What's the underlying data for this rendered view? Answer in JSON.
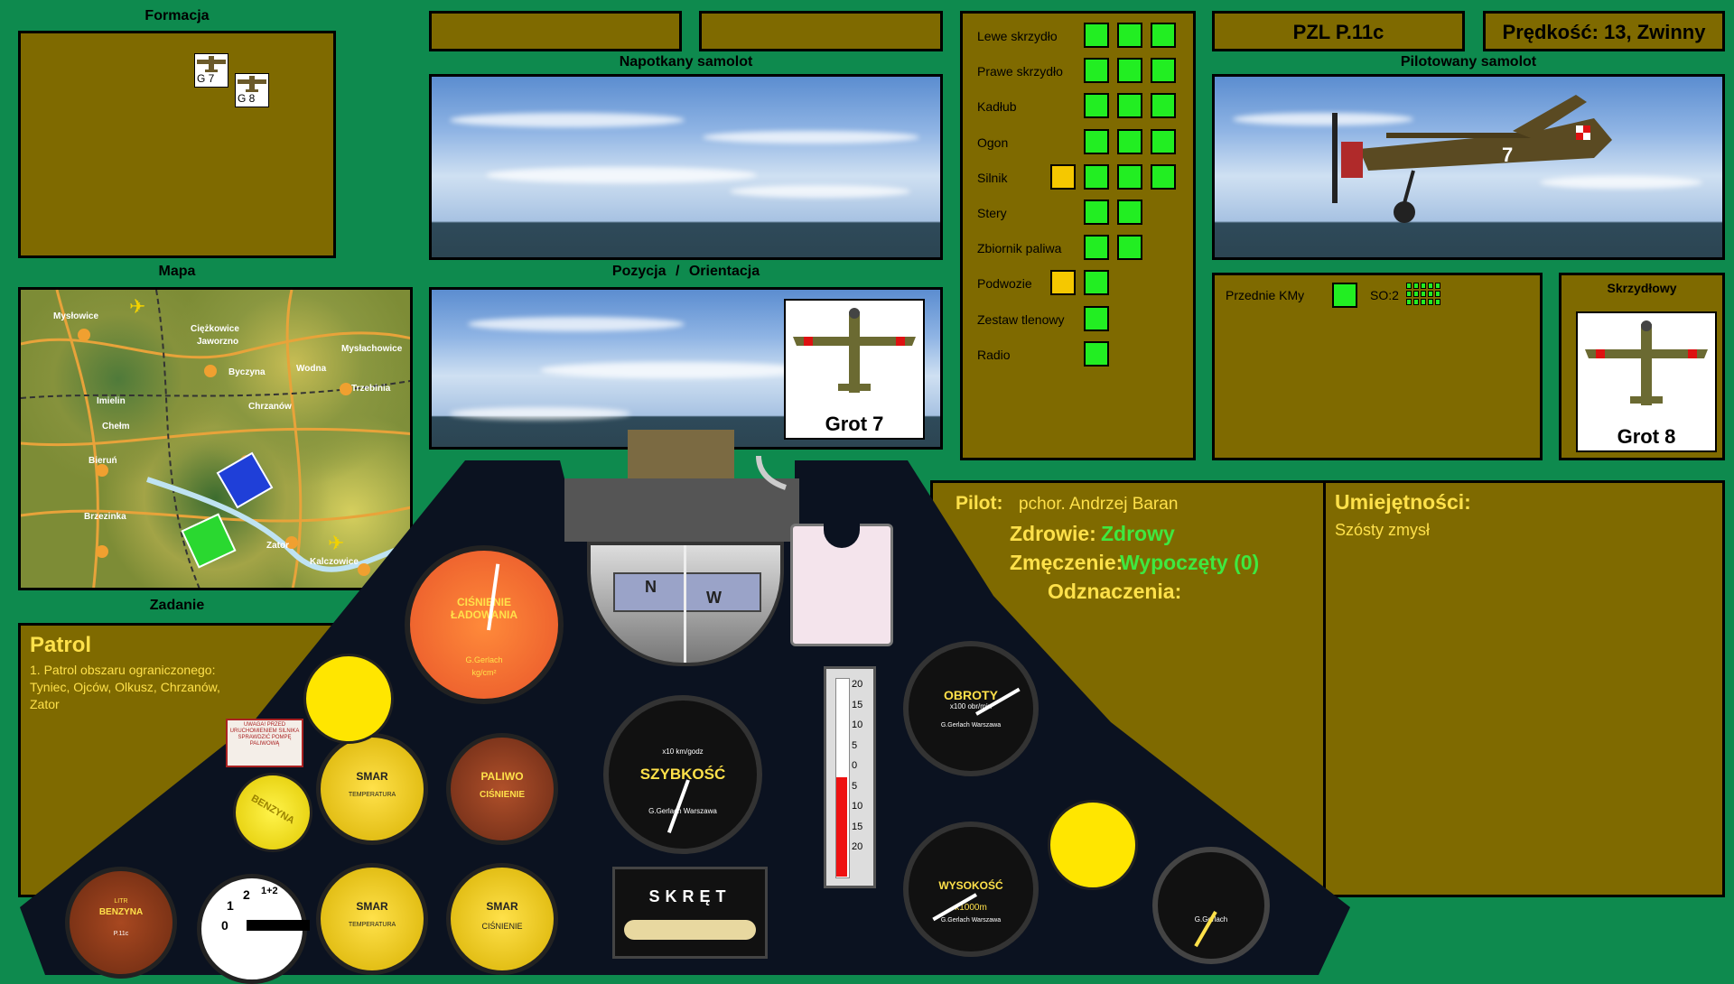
{
  "formation": {
    "title": "Formacja",
    "units": [
      "G 7",
      "G 8"
    ]
  },
  "map": {
    "title": "Mapa",
    "towns": [
      "Mysłowice",
      "Ciężkowice",
      "Jaworzno",
      "Mysłachowice",
      "Byczyna",
      "Wodna",
      "Trzebinia",
      "Imielin",
      "Chrzanów",
      "Chełm",
      "Bieruń",
      "Brzezinka",
      "Zator",
      "Kalczowice"
    ]
  },
  "mission": {
    "title": "Zadanie",
    "name": "Patrol",
    "description": "1. Patrol obszaru ograniczonego: Tyniec, Ojców, Olkusz, Chrzanów, Zator"
  },
  "encountered": {
    "title": "Napotkany samolot",
    "box1": "",
    "box2": ""
  },
  "position": {
    "title": "Pozycja",
    "separator": "/",
    "title2": "Orientacja",
    "card_label": "Grot 7"
  },
  "damage": {
    "rows": [
      {
        "label": "Lewe skrzydło",
        "status": [
          "green",
          "green",
          "green"
        ],
        "offset": 0
      },
      {
        "label": "Prawe skrzydło",
        "status": [
          "green",
          "green",
          "green"
        ],
        "offset": 0
      },
      {
        "label": "Kadłub",
        "status": [
          "green",
          "green",
          "green"
        ],
        "offset": 0
      },
      {
        "label": "Ogon",
        "status": [
          "green",
          "green",
          "green"
        ],
        "offset": 0
      },
      {
        "label": "Silnik",
        "status": [
          "yellow",
          "green",
          "green",
          "green"
        ],
        "offset": -1
      },
      {
        "label": "Stery",
        "status": [
          "green",
          "green"
        ],
        "offset": 0
      },
      {
        "label": "Zbiornik paliwa",
        "status": [
          "green",
          "green"
        ],
        "offset": 0
      },
      {
        "label": "Podwozie",
        "status": [
          "yellow",
          "green"
        ],
        "offset": -1
      },
      {
        "label": "Zestaw tlenowy",
        "status": [
          "green"
        ],
        "offset": 0
      },
      {
        "label": "Radio",
        "status": [
          "green"
        ],
        "offset": 0
      }
    ]
  },
  "aircraft": {
    "type": "PZL P.11c",
    "speed": "Prędkość: 13, Zwinny",
    "title": "Pilotowany samolot",
    "number": "7"
  },
  "weapons": {
    "label": "Przednie KMy",
    "ammo": "SO:2"
  },
  "wingman": {
    "title": "Skrzydłowy",
    "card_label": "Grot 8"
  },
  "pilot": {
    "label": "Pilot:",
    "name": "pchor. Andrzej Baran",
    "health_label": "Zdrowie:",
    "health": "Zdrowy",
    "fatigue_label": "Zmęczenie:",
    "fatigue": "Wypoczęty (0)",
    "awards_label": "Odznaczenia:"
  },
  "skills": {
    "title": "Umiejętności:",
    "items": [
      "Szósty zmysł"
    ]
  },
  "cockpit": {
    "landing_gauge": {
      "title": "CIŚNIENIE",
      "title2": "ŁADOWANIA",
      "brand": "G.Gerlach",
      "unit": "kg/cm²"
    },
    "speed_gauge": {
      "title": "SZYBKOŚĆ",
      "unit": "x10 km/godz",
      "brand": "G.Gerlach Warszawa"
    },
    "rpm_gauge": {
      "title": "OBROTY",
      "unit": "x100 obr/min",
      "brand": "G.Gerlach Warszawa"
    },
    "altitude_gauge": {
      "title": "WYSOKOŚĆ",
      "unit": "x1000m",
      "brand": "G.Gerlach Warszawa"
    },
    "oil_temp_gauge": {
      "title": "SMAR",
      "sub": "TEMPERATURA"
    },
    "fuel_pressure_gauge": {
      "title": "PALIWO",
      "sub": "CIŚNIENIE"
    },
    "fuel_gauge": {
      "title": "BENZYNA",
      "unit": "LITR",
      "model": "P.11c"
    },
    "oil_temp_gauge2": {
      "title": "SMAR",
      "sub": "TEMPERATURA"
    },
    "oil_pressure_gauge": {
      "title": "SMAR",
      "sub": "CIŚNIENIE"
    },
    "fuel_cap": "BENZYNA",
    "turn_indicator": "SKRĘT",
    "compass_marks": [
      "N",
      "W"
    ],
    "clock_brand": "G.Gerlach",
    "warning_text": "UWAGA! PRZED URUCHOMIENIEM SILNIKA SPRAWDZIĆ POMPĘ PALIWOWĄ",
    "thermometer_marks": [
      "20",
      "15",
      "10",
      "5",
      "0",
      "5",
      "10",
      "15",
      "20"
    ],
    "selector_marks": [
      "0",
      "1",
      "2",
      "1+2"
    ]
  }
}
